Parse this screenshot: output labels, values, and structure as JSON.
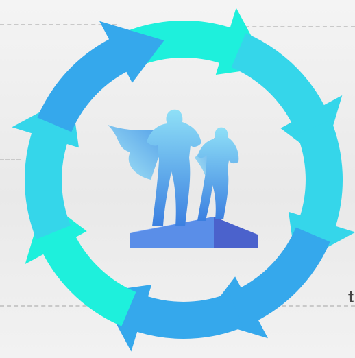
{
  "cut_text": "t",
  "colors": {
    "background": "#efefef",
    "guide_lines": "#c9c9c9",
    "arrow_light": "#1ef0dc",
    "arrow_mid": "#35d6ea",
    "arrow_dark": "#35a8ec",
    "figure_light": "#7ad4f4",
    "figure_dark": "#3b7fe0",
    "pedestal_top": "#8fb6ff",
    "pedestal_front": "#5a8ee8",
    "pedestal_side": "#4b62cc",
    "label_text": "#454545"
  },
  "diagram": {
    "type": "cycle",
    "arrow_count": 8,
    "center_icon": "heroes-statue-icon"
  }
}
